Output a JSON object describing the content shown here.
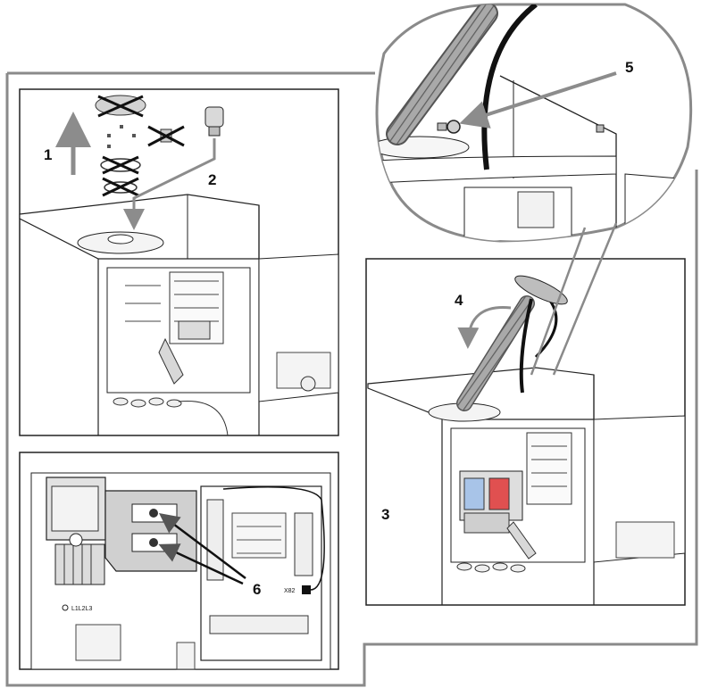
{
  "steps": {
    "s1": "1",
    "s2": "2",
    "s3": "3",
    "s4": "4",
    "s5": "5",
    "s6": "6"
  },
  "labels": {
    "terminal": "L1L2L3",
    "connector": "X82"
  },
  "colors": {
    "line": "#222222",
    "frame": "#8a8a8a",
    "arrow": "#8c8c8c",
    "hose": "#9a9a9a",
    "cable": "#111111",
    "relay_blue": "#a8c4e8",
    "relay_red": "#e05050",
    "shade": "#d0d0d0"
  },
  "icons": {
    "remove_mark": "cross-mark-icon",
    "direction": "arrow-icon"
  }
}
